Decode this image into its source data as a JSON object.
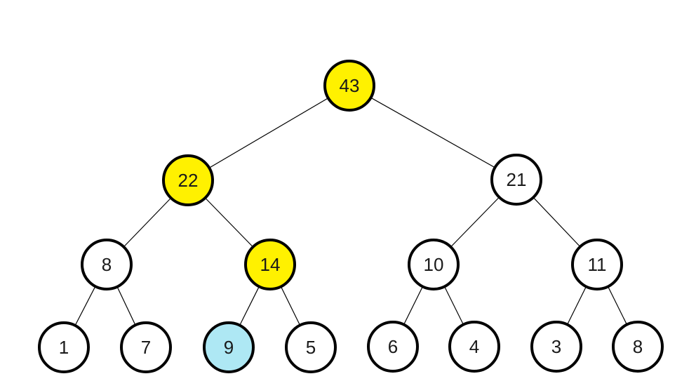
{
  "figure": {
    "kind": "binary-tree-diagram",
    "description": "Binary tree of 15 numbered nodes in 4 levels; path 43-22-14 highlighted yellow, leaf 9 highlighted blue",
    "background": "#FFFFFF"
  },
  "colors": {
    "node_default_fill": "#FFFFFF",
    "node_highlight_yellow": "#FFF100",
    "node_highlight_blue": "#AEE8F4",
    "node_border": "#000000",
    "edge_line": "#000000",
    "node_text": "#1A1A1A"
  },
  "tree": {
    "levels": 4,
    "nodes": [
      {
        "value": "43",
        "level": 0,
        "highlight": "yellow"
      },
      {
        "value": "22",
        "level": 1,
        "highlight": "yellow"
      },
      {
        "value": "21",
        "level": 1,
        "highlight": "none"
      },
      {
        "value": "8",
        "level": 2,
        "highlight": "none"
      },
      {
        "value": "14",
        "level": 2,
        "highlight": "yellow"
      },
      {
        "value": "10",
        "level": 2,
        "highlight": "none"
      },
      {
        "value": "11",
        "level": 2,
        "highlight": "none"
      },
      {
        "value": "1",
        "level": 3,
        "highlight": "none"
      },
      {
        "value": "7",
        "level": 3,
        "highlight": "none"
      },
      {
        "value": "9",
        "level": 3,
        "highlight": "blue"
      },
      {
        "value": "5",
        "level": 3,
        "highlight": "none"
      },
      {
        "value": "6",
        "level": 3,
        "highlight": "none"
      },
      {
        "value": "4",
        "level": 3,
        "highlight": "none"
      },
      {
        "value": "3",
        "level": 3,
        "highlight": "none"
      },
      {
        "value": "8",
        "level": 3,
        "highlight": "none"
      }
    ],
    "edges": [
      "43-22",
      "43-21",
      "22-8",
      "22-14",
      "21-10",
      "21-11",
      "8-1",
      "8-7",
      "14-9",
      "14-5",
      "10-6",
      "10-4",
      "11-3",
      "11-8"
    ]
  }
}
